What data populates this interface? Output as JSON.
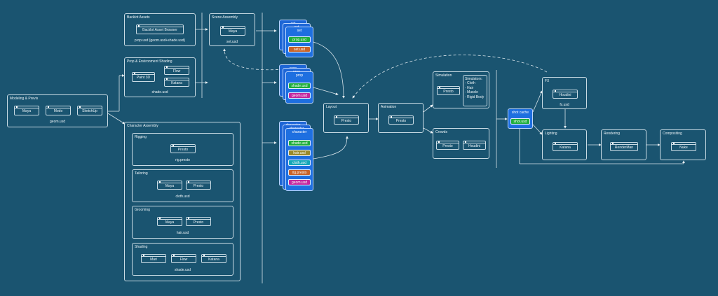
{
  "colors": {
    "background": "#1a5470",
    "card": "#1e6fe0",
    "green": "#1fae3c",
    "orange": "#c8642a",
    "magenta": "#c4279e",
    "olive": "#9a8a2a",
    "cyan": "#15a7b8"
  },
  "modeling": {
    "title": "Modeling & Previs",
    "tools": [
      "Maya",
      "Modo",
      "SketchUp"
    ],
    "output": "geom.usd"
  },
  "backlot": {
    "title": "Backlot Assets",
    "tool": "Backlot Asset Browser",
    "output": "prop.usd (geom.usd+shade.usd)"
  },
  "prop_env": {
    "title": "Prop & Environment Shading",
    "tools": [
      "Paint 3D",
      "Flow",
      "Katana"
    ],
    "output": "shade.usd"
  },
  "scene": {
    "title": "Scene Assembly",
    "tool": "Maya",
    "output": "set.usd"
  },
  "character_assembly": {
    "title": "Character Assembly",
    "rigging": {
      "title": "Rigging",
      "tools": [
        "Presto"
      ],
      "output": "rig.presto"
    },
    "tailoring": {
      "title": "Tailoring",
      "tools": [
        "Maya",
        "Presto"
      ],
      "output": "cloth.usd"
    },
    "grooming": {
      "title": "Grooming",
      "tools": [
        "Maya",
        "Presto"
      ],
      "output": "hair.usd"
    },
    "shading": {
      "title": "Shading",
      "tools": [
        "Mari",
        "Flow",
        "Katana"
      ],
      "output": "shade.usd"
    }
  },
  "set_card": {
    "titles": [
      "set",
      "set",
      "set"
    ],
    "items": [
      "prop.usd",
      "set.usd"
    ]
  },
  "prop_card": {
    "titles": [
      "prop",
      "prop",
      "prop"
    ],
    "items": [
      "shade.usd",
      "geom.usd"
    ]
  },
  "char_card": {
    "titles": [
      "character",
      "character",
      "character"
    ],
    "items": [
      "shade.usd",
      "hair.usd",
      "cloth.usd",
      "rig.presto",
      "geom.usd"
    ]
  },
  "layout": {
    "title": "Layout",
    "tool": "Presto"
  },
  "animation": {
    "title": "Animation",
    "tool": "Presto"
  },
  "simulation": {
    "title": "Simulation",
    "tool": "Presto",
    "list": [
      "Simulators:",
      "- Cloth",
      "- Hair",
      "- Muscle",
      "- Rigid Body"
    ]
  },
  "crowds": {
    "title": "Crowds",
    "tools": [
      "Presto",
      "Houdini"
    ]
  },
  "shot_cache": {
    "title": "shot cache",
    "item": "shot.usd"
  },
  "fx": {
    "title": "FX",
    "tool": "Houdini",
    "output": "fx.usd"
  },
  "lighting": {
    "title": "Lighting",
    "tool": "Katana"
  },
  "rendering": {
    "title": "Rendering",
    "tool": "RenderMan"
  },
  "compositing": {
    "title": "Compositing",
    "tool": "Nuke"
  }
}
